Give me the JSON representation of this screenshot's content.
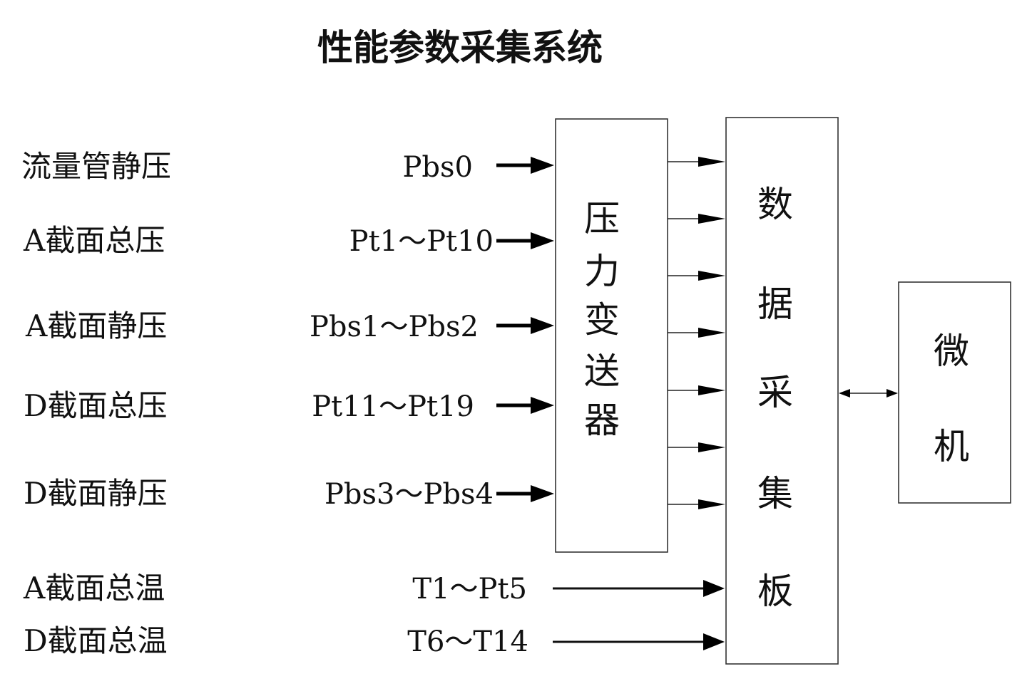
{
  "title": "性能参数采集系统",
  "inputs": [
    {
      "quantity": "流量管静压",
      "signal": "Pbs0",
      "target": "pressure"
    },
    {
      "quantity": "A截面总压",
      "signal": "Pt1～Pt10",
      "target": "pressure"
    },
    {
      "quantity": "A截面静压",
      "signal": "Pbs1～Pbs2",
      "target": "pressure"
    },
    {
      "quantity": "D截面总压",
      "signal": "Pt11～Pt19",
      "target": "pressure"
    },
    {
      "quantity": "D截面静压",
      "signal": "Pbs3～Pbs4",
      "target": "pressure"
    },
    {
      "quantity": "A截面总温",
      "signal": "T1～Pt5",
      "target": "daq"
    },
    {
      "quantity": "D截面总温",
      "signal": "T6～T14",
      "target": "daq"
    }
  ],
  "blocks": {
    "pressure_transmitter": [
      "压",
      "力",
      "变",
      "送",
      "器"
    ],
    "daq_board": [
      "数",
      "据",
      "采",
      "集",
      "板"
    ],
    "computer": [
      "微",
      "机"
    ]
  },
  "links": {
    "transmitter_to_daq_count": 7,
    "daq_computer": "bidirectional"
  }
}
